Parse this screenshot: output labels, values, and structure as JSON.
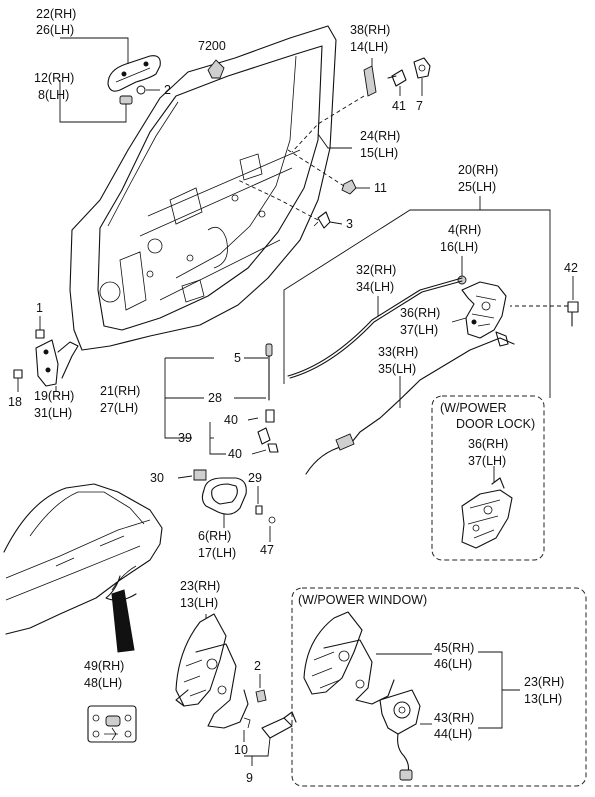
{
  "labels": {
    "l7200": "7200",
    "l22": "22(RH)",
    "l26": "26(LH)",
    "l12": "12(RH)",
    "l8": "8(LH)",
    "l2a": "2",
    "l38": "38(RH)",
    "l14": "14(LH)",
    "l41": "41",
    "l7": "7",
    "l24": "24(RH)",
    "l15": "15(LH)",
    "l11": "11",
    "l3": "3",
    "l20": "20(RH)",
    "l25": "25(LH)",
    "l4": "4(RH)",
    "l16": "16(LH)",
    "l42": "42",
    "l32": "32(RH)",
    "l34": "34(LH)",
    "l36a": "36(RH)",
    "l37a": "37(LH)",
    "l33": "33(RH)",
    "l35": "35(LH)",
    "powerlock1": "(W/POWER",
    "powerlock2": "DOOR LOCK)",
    "l36b": "36(RH)",
    "l37b": "37(LH)",
    "l1": "1",
    "l18": "18",
    "l19": "19(RH)",
    "l31": "31(LH)",
    "l5": "5",
    "l21": "21(RH)",
    "l27": "27(LH)",
    "l28": "28",
    "l40a": "40",
    "l39": "39",
    "l40b": "40",
    "l30": "30",
    "l29": "29",
    "l6": "6(RH)",
    "l17": "17(LH)",
    "l47": "47",
    "l49": "49(RH)",
    "l48": "48(LH)",
    "l23a": "23(RH)",
    "l13a": "13(LH)",
    "l2b": "2",
    "l10": "10",
    "l9": "9",
    "powerwindow": "(W/POWER WINDOW)",
    "l45": "45(RH)",
    "l46": "46(LH)",
    "l23b": "23(RH)",
    "l13b": "13(LH)",
    "l43": "43(RH)",
    "l44": "44(LH)"
  }
}
